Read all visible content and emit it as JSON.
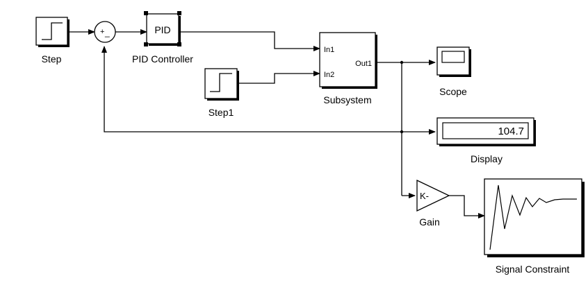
{
  "blocks": {
    "step": {
      "label": "Step"
    },
    "sum": {
      "plus": "+",
      "minus": "_"
    },
    "pid": {
      "text": "PID",
      "label": "PID Controller"
    },
    "step1": {
      "label": "Step1"
    },
    "subsystem": {
      "in1": "In1",
      "in2": "In2",
      "out1": "Out1",
      "label": "Subsystem"
    },
    "scope": {
      "label": "Scope"
    },
    "display": {
      "value": "104.7",
      "label": "Display"
    },
    "gain": {
      "text": "K-",
      "label": "Gain"
    },
    "signal_constraint": {
      "label": "Signal Constraint"
    }
  },
  "colors": {
    "line": "#000000",
    "block_fill": "#ffffff",
    "shadow": "#000000"
  }
}
